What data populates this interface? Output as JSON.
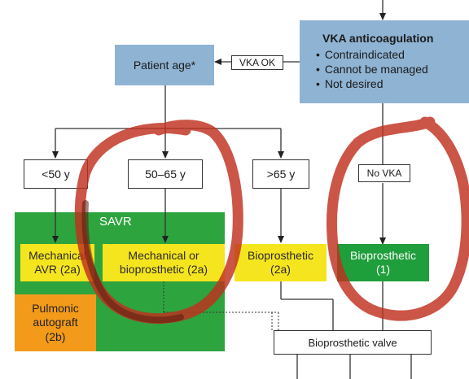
{
  "vka_box": {
    "title": "VKA anticoagulation",
    "items": [
      "Contraindicated",
      "Cannot be managed",
      "Not desired"
    ]
  },
  "patient_age": "Patient age*",
  "vka_ok": "VKA OK",
  "no_vka": "No VKA",
  "age_groups": [
    "<50 y",
    "50–65 y",
    ">65 y"
  ],
  "savr_label": "SAVR",
  "mechanical_avr": {
    "line1": "Mechanical",
    "line2": "AVR (2a)"
  },
  "mech_or_bio": {
    "line1": "Mechanical or",
    "line2": "bioprosthetic (2a)"
  },
  "bioprosthetic_2a": {
    "line1": "Bioprosthetic",
    "line2": "(2a)"
  },
  "bioprosthetic_1": {
    "line1": "Bioprosthetic",
    "line2": "(1)"
  },
  "pulmonic": {
    "line1": "Pulmonic",
    "line2": "autograft",
    "line3": "(2b)"
  },
  "bioprosthetic_valve": "Bioprosthetic valve",
  "colors": {
    "blue": "#8fb3d3",
    "savr_green": "#2ea43f",
    "yellow": "#f5e51e",
    "green": "#1f9e3c",
    "orange": "#f39a1a",
    "annotation_red": "#c0301e"
  }
}
